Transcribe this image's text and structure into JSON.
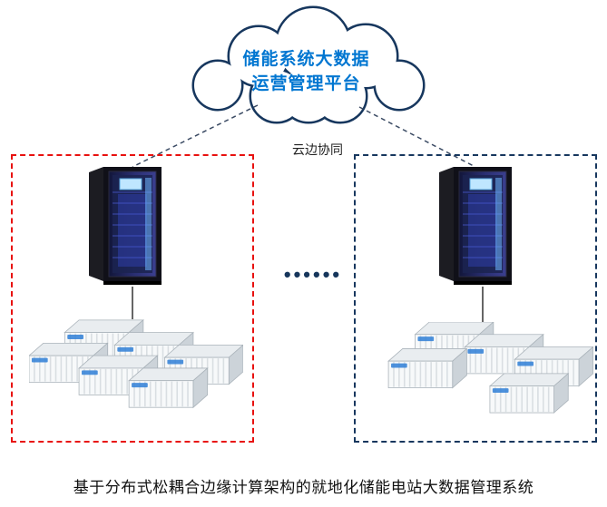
{
  "diagram": {
    "cloud": {
      "line1": "储能系统大数据",
      "line2": "运营管理平台"
    },
    "edge_label": "云边协同",
    "dots": "••••••",
    "caption": "基于分布式松耦合边缘计算架构的就地化储能电站大数据管理系统"
  },
  "colors": {
    "cloud_outline": "#17375e",
    "cloud_text": "#0076d1",
    "left_zone_border": "#e8110f",
    "right_zone_border": "#17375e",
    "connector_line": "#3a4a63",
    "server_glow": "#3b3f8f"
  }
}
